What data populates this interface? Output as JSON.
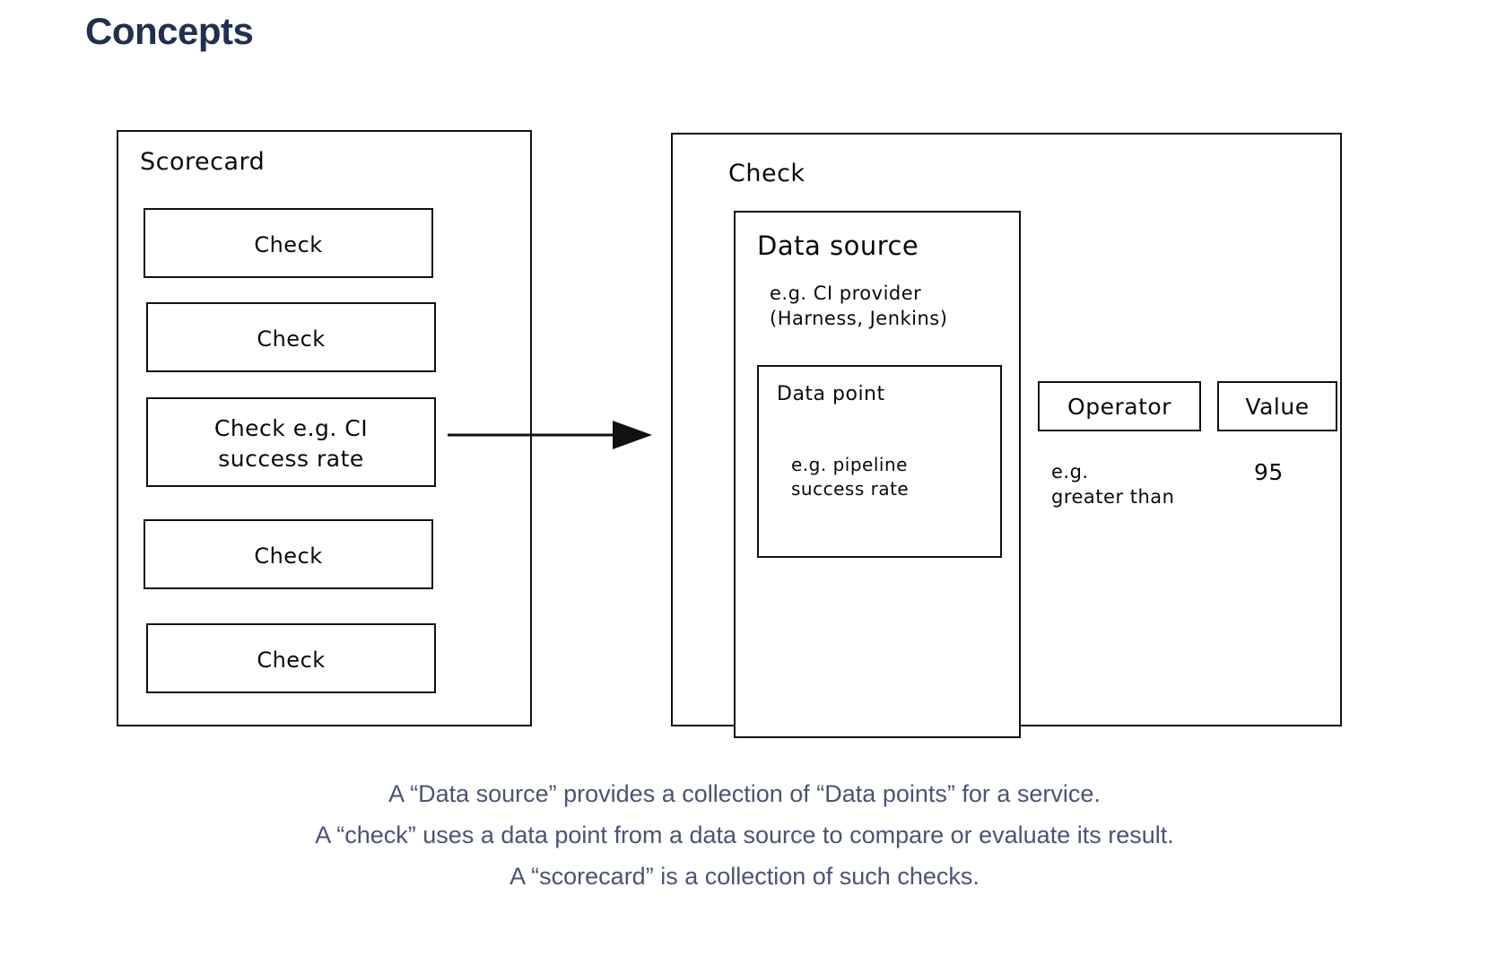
{
  "page": {
    "title": "Concepts",
    "title_color": "#22304f",
    "background_color": "#ffffff",
    "stroke_color": "#111111"
  },
  "diagram": {
    "scorecard_panel": {
      "label": "Scorecard",
      "checks": [
        {
          "label": "Check"
        },
        {
          "label": "Check"
        },
        {
          "label": "Check e.g. CI\nsuccess rate"
        },
        {
          "label": "Check"
        },
        {
          "label": "Check"
        }
      ]
    },
    "arrow": {
      "name": "arrow-right",
      "from": "check-e-g-ci-success-rate",
      "to": "check-panel"
    },
    "check_panel": {
      "label": "Check",
      "data_source": {
        "label": "Data source",
        "example": "e.g. CI provider\n(Harness, Jenkins)",
        "data_point": {
          "label": "Data point",
          "example": "e.g. pipeline\nsuccess rate"
        }
      },
      "operator": {
        "label": "Operator",
        "example": "e.g.\ngreater than"
      },
      "value": {
        "label": "Value",
        "example": "95"
      }
    }
  },
  "caption": {
    "color": "#4a5573",
    "lines": [
      "A “Data source” provides a collection of “Data points” for a service.",
      "A “check” uses a data point from a data source to compare or evaluate its result.",
      "A “scorecard” is a collection of such checks."
    ]
  }
}
